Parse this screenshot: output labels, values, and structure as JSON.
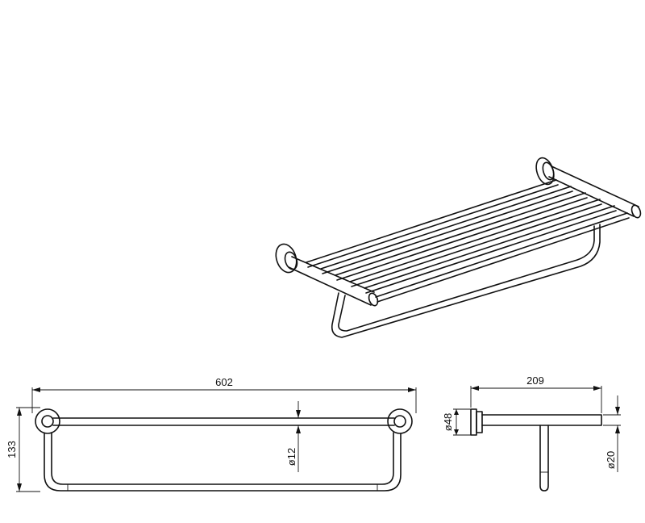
{
  "dimensions": {
    "front_width": "602",
    "front_height": "133",
    "tube_diameter": "ø12",
    "side_depth": "209",
    "flange_diameter": "ø48",
    "bar_diameter": "ø20"
  },
  "colors": {
    "line": "#111111",
    "background": "#ffffff"
  }
}
